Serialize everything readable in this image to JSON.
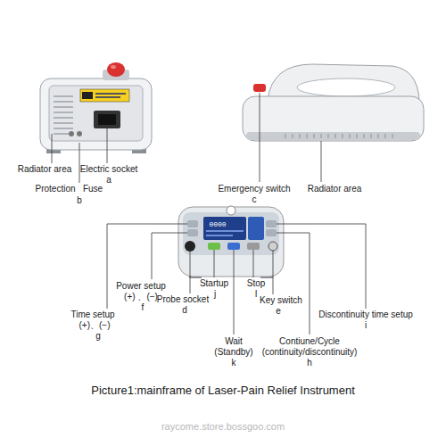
{
  "diagram": {
    "caption": "Picture1:mainframe of Laser-Pain Relief Instrument",
    "labels": [
      "Radiator area",
      "Electric socket",
      "a",
      "Protection",
      "Fuse",
      "b",
      "0000",
      "Emergency switch",
      "c",
      "Radiator area",
      "Power setup",
      "(+) 、(−)",
      "f",
      "Time setup",
      "(+)、(−)",
      "g",
      "Probe socket",
      "d",
      "Startup",
      "j",
      "Stop",
      "l",
      "Key switch",
      "e",
      "Discontinuity time setup",
      "i",
      "Wait",
      "(Standby)",
      "k",
      "Contiune/Cycle",
      "(continuity/discontinuity)",
      "h",
      "raycome.store.bossgoo.com"
    ]
  }
}
